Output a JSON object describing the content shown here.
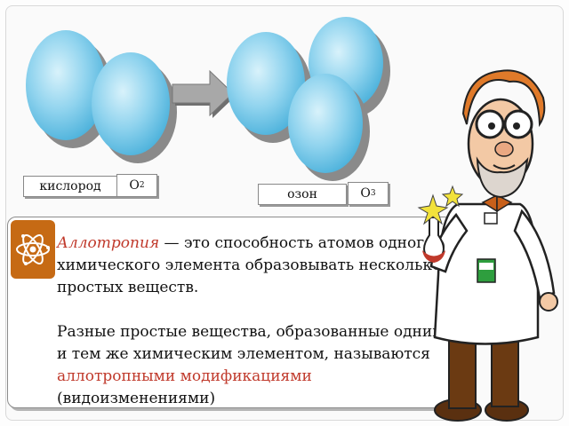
{
  "labels": {
    "oxygen_name": "кислород",
    "oxygen_formula_base": "O",
    "oxygen_formula_sub": "2",
    "ozone_name": "озон",
    "ozone_formula_base": "O",
    "ozone_formula_sub": "3"
  },
  "definition": {
    "term": "Аллотропия",
    "sentence_rest": " — это способность атомов одного химического элемента образовывать несколько простых веществ.",
    "para2_start": "Разные простые вещества, образованные одним и тем же химическим элементом, называются ",
    "para2_highlight": "аллотропными модификациями",
    "para2_end": " (видоизменениями)"
  },
  "colors": {
    "atom": "#8fd3ee",
    "highlight": "#c0392b",
    "icon_tile": "#c66a14"
  },
  "icons": [
    "atom-icon",
    "arrow-right-icon",
    "professor-illustration"
  ]
}
